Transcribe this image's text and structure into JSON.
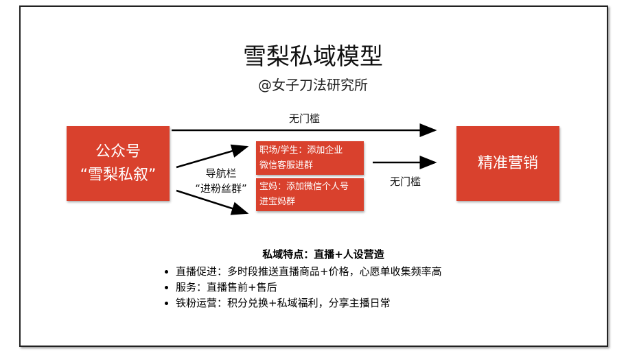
{
  "title": "雪梨私域模型",
  "subtitle": "@女子刀法研究所",
  "left_box": {
    "line1": "公众号",
    "line2": "“雪梨私叙”"
  },
  "right_box": "精准营销",
  "top_arrow_label": "无门槛",
  "nav_label": {
    "line1": "导航栏",
    "line2": "“进粉丝群”"
  },
  "branch_boxes": [
    {
      "line1": "职场/学生：添加企业",
      "line2": "微信客服进群"
    },
    {
      "line1": "宝妈：添加微信个人号",
      "line2": "进宝妈群"
    }
  ],
  "mid_arrow_label": "无门槛",
  "features": {
    "heading": "私域特点：直播+人设营造",
    "items": [
      "直播促进：多时段推送直播商品+价格，心愿单收集频率高",
      "服务：直播售前+售后",
      "铁粉运营：积分兑换+私域福利，分享主播日常"
    ]
  },
  "colors": {
    "accent": "#d9412d"
  }
}
